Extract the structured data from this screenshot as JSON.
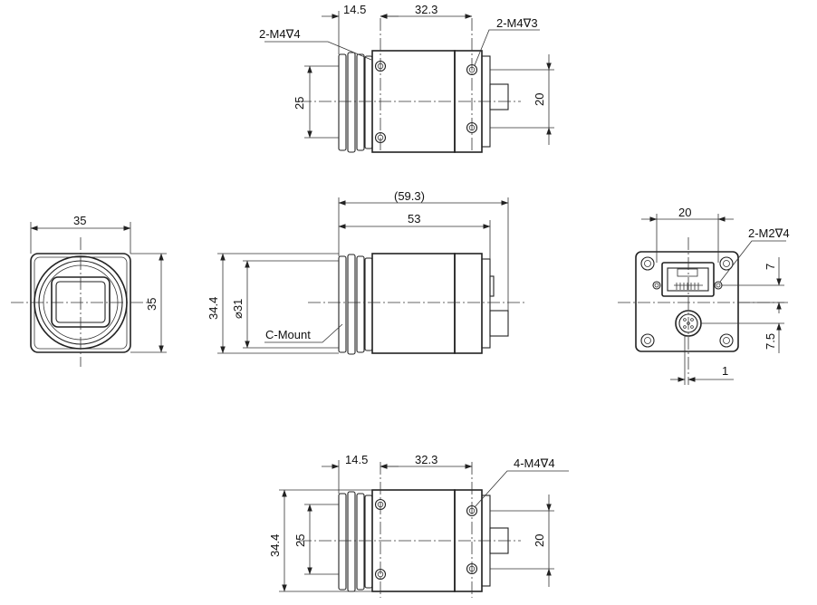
{
  "labels": {
    "top_left_width": "14.5",
    "top_mid_width": "32.3",
    "top_tap_left": "2-M4∇4",
    "top_tap_right": "2-M4∇3",
    "top_height_25": "25",
    "top_height_20": "20",
    "side_overall_length": "(59.3)",
    "side_body_length": "53",
    "side_height": "34.4",
    "side_diameter": "⌀31",
    "side_mount": "C-Mount",
    "front_width": "35",
    "front_height": "35",
    "rear_width": "20",
    "rear_tap": "2-M2∇4",
    "rear_offset_7": "7",
    "rear_offset_7_5": "7.5",
    "rear_offset_1": "1",
    "bottom_left_width": "14.5",
    "bottom_mid_width": "32.3",
    "bottom_tap": "4-M4∇4",
    "bottom_height_34_4": "34.4",
    "bottom_height_25": "25",
    "bottom_height_20": "20"
  },
  "colors": {
    "line": "#222222",
    "background": "#ffffff"
  }
}
